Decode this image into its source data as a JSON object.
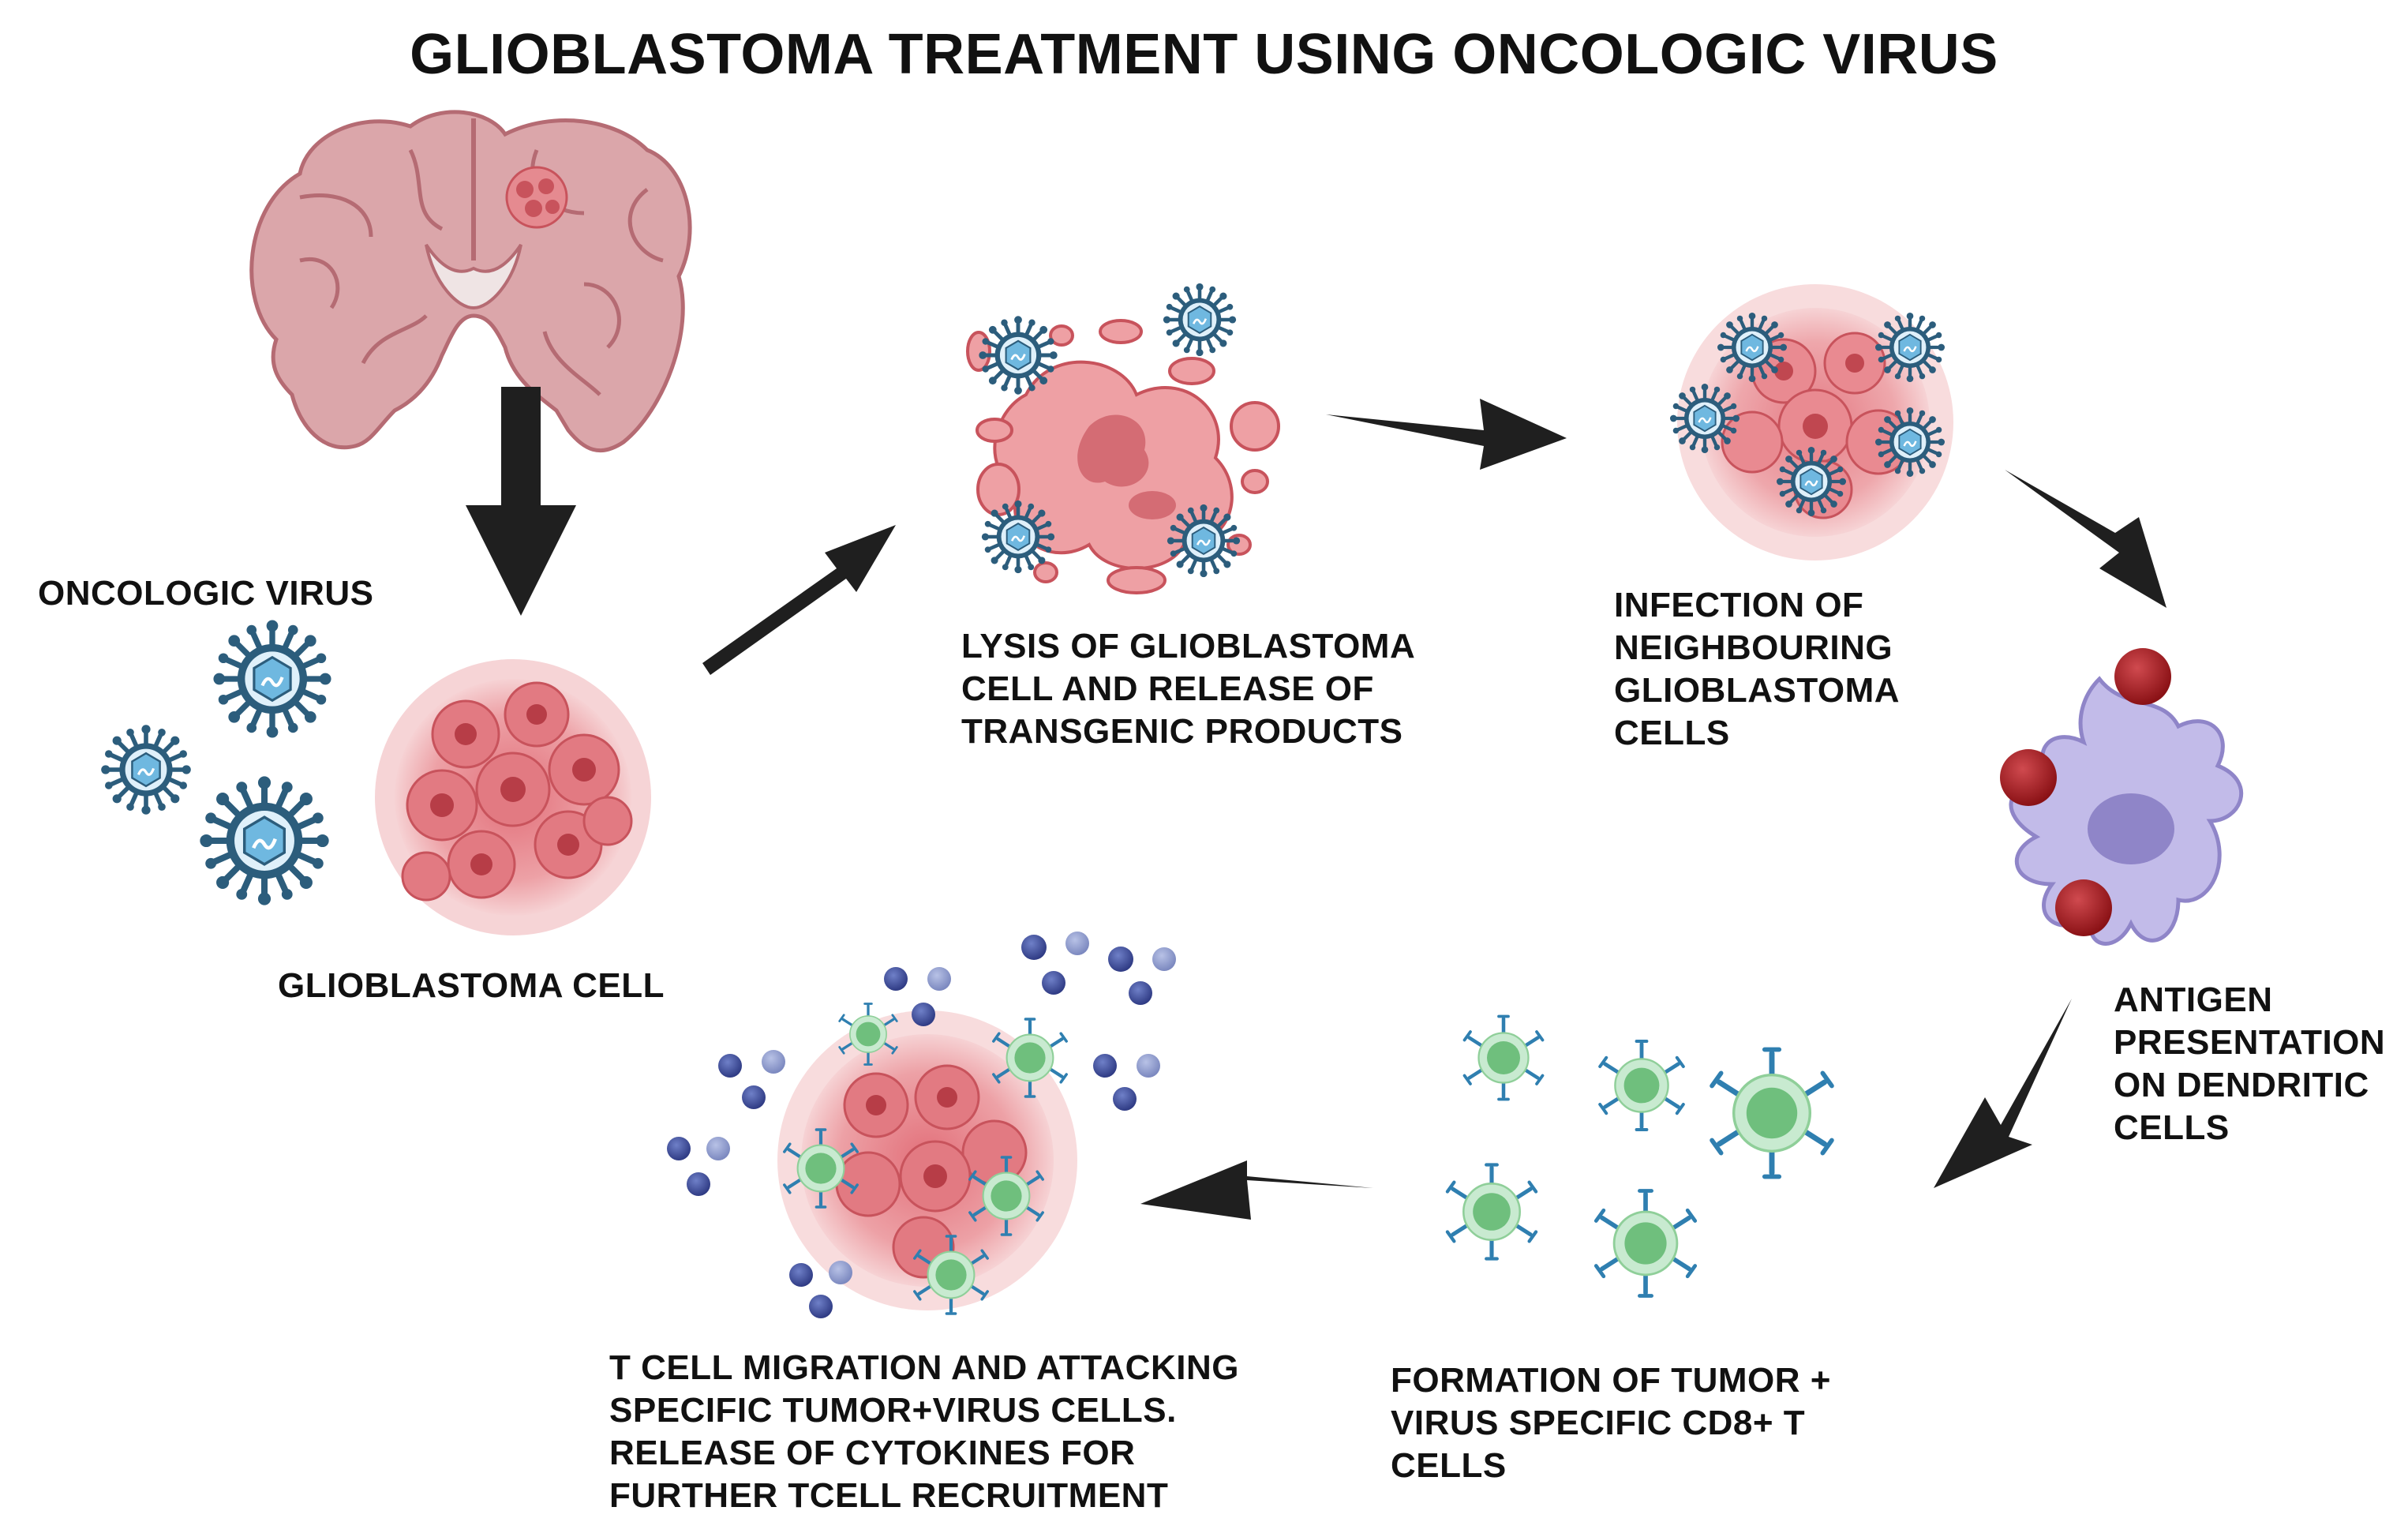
{
  "title": "GLIOBLASTOMA TREATMENT USING ONCOLOGIC VIRUS",
  "labels": {
    "oncologic_virus": "ONCOLOGIC VIRUS",
    "glioblastoma_cell": "GLIOBLASTOMA CELL",
    "lysis": "LYSIS OF GLIOBLASTOMA\nCELL AND RELEASE OF\nTRANSGENIC PRODUCTS",
    "infection": "INFECTION OF\nNEIGHBOURING\nGLIOBLASTOMA\nCELLS",
    "antigen": "ANTIGEN\nPRESENTATION\nON DENDRITIC\nCELLS",
    "formation": "FORMATION OF TUMOR +\nVIRUS SPECIFIC CD8+ T\nCELLS",
    "migration": "T CELL MIGRATION AND ATTACKING\nSPECIFIC TUMOR+VIRUS CELLS.\nRELEASE OF CYTOKINES FOR\nFURTHER TCELL RECRUITMENT"
  },
  "colors": {
    "arrow": "#1f1f1f",
    "brain": "#d9a3a8",
    "tumor": "#e58a90",
    "tumor_dark": "#c8535c",
    "virus": "#2c5d7c",
    "virus_core": "#6fb8e0",
    "dendritic": "#b9b3e3",
    "antigen": "#a81c22",
    "tcell": "#8fcf99",
    "receptor": "#2f7fb0",
    "cytokine": "#3e4f9c"
  }
}
